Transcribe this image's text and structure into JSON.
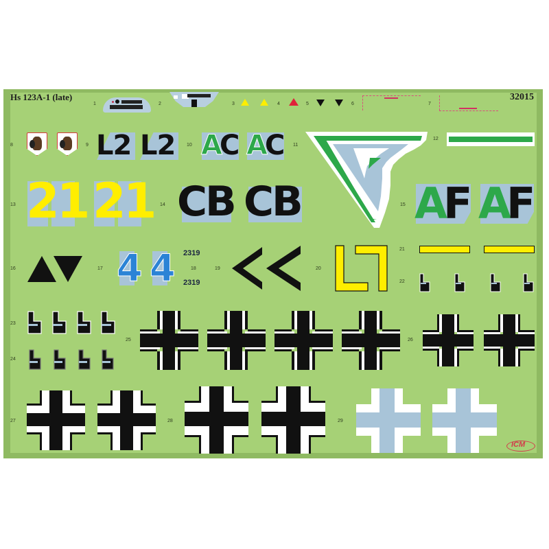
{
  "sheet": {
    "title": "Hs 123A-1 (late)",
    "catalog_number": "32015",
    "brand_logo": "ICM",
    "colors": {
      "sheet_green": "#a6d176",
      "border_green": "#8fba62",
      "decal_green": "#2da84a",
      "decal_yellow": "#ffee00",
      "decal_blue": "#2b83d6",
      "light_blue_grey": "#a8c4d8",
      "red": "#e0223a",
      "black": "#000000",
      "white": "#ffffff"
    }
  },
  "decals": [
    {
      "number": "1",
      "name": "instrument-panel"
    },
    {
      "number": "2",
      "name": "instrument-panel-2"
    },
    {
      "number": "3",
      "name": "yellow-triangle-markers"
    },
    {
      "number": "4",
      "name": "red-triangle-marker"
    },
    {
      "number": "5",
      "name": "black-inverted-triangle-markers"
    },
    {
      "number": "6",
      "name": "stencil-frame-1"
    },
    {
      "number": "7",
      "name": "stencil-frame-2"
    },
    {
      "number": "8",
      "name": "bear-shield-emblem"
    },
    {
      "number": "9",
      "name": "code-L2",
      "text": "L2"
    },
    {
      "number": "10",
      "name": "code-AC",
      "text": "AC"
    },
    {
      "number": "11",
      "name": "chevron-stripe"
    },
    {
      "number": "12",
      "name": "green-stripe"
    },
    {
      "number": "13",
      "name": "number-21",
      "text": "21"
    },
    {
      "number": "14",
      "name": "code-CB",
      "text": "CB"
    },
    {
      "number": "15",
      "name": "code-AF",
      "text": "AF"
    },
    {
      "number": "16",
      "name": "black-triangles"
    },
    {
      "number": "17",
      "name": "number-4",
      "text": "4"
    },
    {
      "number": "18",
      "name": "serial-2319",
      "text": "2319"
    },
    {
      "number": "19",
      "name": "black-chevrons"
    },
    {
      "number": "20",
      "name": "yellow-L-bracket"
    },
    {
      "number": "21",
      "name": "yellow-bars"
    },
    {
      "number": "22",
      "name": "swastika-half-small"
    },
    {
      "number": "23",
      "name": "swastika-half-a"
    },
    {
      "number": "24",
      "name": "swastika-half-b"
    },
    {
      "number": "25",
      "name": "balkenkreuz-large"
    },
    {
      "number": "26",
      "name": "balkenkreuz-medium"
    },
    {
      "number": "27",
      "name": "balkenkreuz-wide-white"
    },
    {
      "number": "28",
      "name": "balkenkreuz-large-white"
    },
    {
      "number": "29",
      "name": "balkenkreuz-light-blue"
    }
  ],
  "labels": {
    "n1": "1",
    "n2": "2",
    "n3": "3",
    "n4": "4",
    "n5": "5",
    "n6": "6",
    "n7": "7",
    "n8": "8",
    "n9": "9",
    "n10": "10",
    "n11": "11",
    "n12": "12",
    "n13": "13",
    "n14": "14",
    "n15": "15",
    "n16": "16",
    "n17": "17",
    "n18": "18",
    "n19": "19",
    "n20": "20",
    "n21": "21",
    "n22": "22",
    "n23": "23",
    "n24": "24",
    "n25": "25",
    "n26": "26",
    "n27": "27",
    "n28": "28",
    "n29": "29",
    "L2": "L2",
    "AC_A": "A",
    "AC_C": "C",
    "n21txt": "21",
    "CB": "CB",
    "AF_A": "A",
    "AF_F": "F",
    "four": "4",
    "serial": "2319"
  }
}
